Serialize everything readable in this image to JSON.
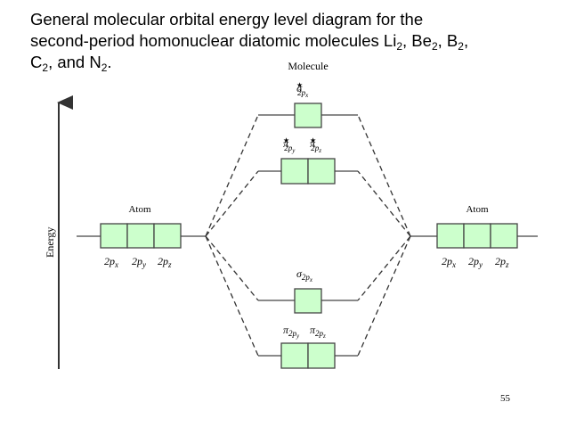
{
  "title": {
    "line1": "General molecular orbital energy level diagram for the",
    "line2_parts": [
      "second-period homonuclear diatomic molecules Li",
      "2",
      ", Be",
      "2",
      ", B",
      "2",
      ","
    ],
    "line3_parts": [
      "C",
      "2",
      ", and N",
      "2",
      "."
    ]
  },
  "diagram": {
    "molecule_label": "Molecule",
    "energy_label": "Energy",
    "left_atom": {
      "label": "Atom",
      "orbitals": [
        "2p",
        "2p",
        "2p"
      ],
      "subscripts": [
        "x",
        "y",
        "z"
      ]
    },
    "right_atom": {
      "label": "Atom",
      "orbitals": [
        "2p",
        "2p",
        "2p"
      ],
      "subscripts": [
        "x",
        "y",
        "z"
      ]
    },
    "levels": [
      {
        "id": "sigma-star-2px",
        "symbol": "σ",
        "star": "★",
        "sub": "2p",
        "subsub": "x",
        "boxes": 1
      },
      {
        "id": "pi-star-2py-2pz",
        "symbol": "π",
        "star": "★",
        "sub": "2p",
        "subsub": "y",
        "symbol2": "π",
        "star2": "★",
        "sub2": "2p",
        "subsub2": "z",
        "boxes": 2
      },
      {
        "id": "sigma-2px",
        "symbol": "σ",
        "sub": "2p",
        "subsub": "x",
        "boxes": 1
      },
      {
        "id": "pi-2py-2pz",
        "symbol": "π",
        "sub": "2p",
        "subsub": "y",
        "symbol2": "π",
        "sub2": "2p",
        "subsub2": "z",
        "boxes": 2
      }
    ]
  },
  "page_number": "55",
  "colors": {
    "box_fill": "#ccffcc",
    "line": "#444444",
    "text": "#000000"
  }
}
